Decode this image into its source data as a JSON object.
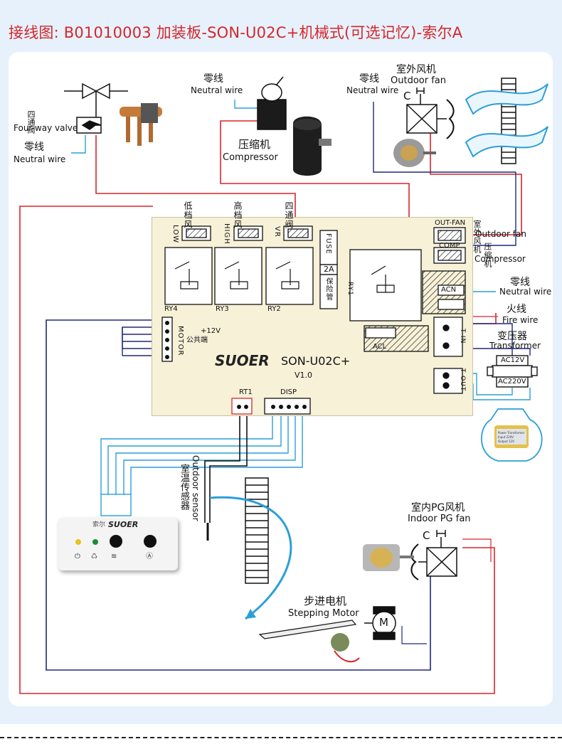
{
  "title": "接线图: B01010003 加装板-SON-U02C+机械式(可选记忆)-索尔A",
  "colors": {
    "wire_red": "#d9262b",
    "wire_blue": "#2b9fd8",
    "wire_navy": "#1e2a78",
    "wire_black": "#111111",
    "title_red": "#d4262c",
    "board_bg": "#f7f1d8"
  },
  "components": {
    "four_way_valve": {
      "zh": "四通阀",
      "en": "Four-way valve",
      "neutral_zh": "零线",
      "neutral_en": "Neutral wire"
    },
    "compressor": {
      "zh": "压缩机",
      "en": "Compressor",
      "neutral_zh": "零线",
      "neutral_en": "Neutral wire"
    },
    "outdoor_fan": {
      "zh": "室外风机",
      "en": "Outdoor fan",
      "neutral_zh": "零线",
      "neutral_en": "Neutral wire",
      "cap": "C"
    },
    "indoor_fan": {
      "zh": "室内PG风机",
      "en": "Indoor PG fan",
      "cap": "C"
    },
    "stepping_motor": {
      "zh": "步进电机",
      "en": "Stepping Motor",
      "symbol": "M"
    },
    "sensor": {
      "zh": "室温传感器",
      "en": "Outdoor sensor"
    },
    "transformer": {
      "zh": "变压器",
      "en": "Transformer",
      "ac_low": "AC12V",
      "ac_high": "AC220V"
    }
  },
  "top_labels": {
    "low": "低档风",
    "high": "高档风",
    "vr": "四通阀"
  },
  "board": {
    "model": "SON-U02C+",
    "version": "V1.0",
    "logo": "SUOER",
    "conn_low": "LOW",
    "conn_high": "HIGH",
    "conn_vr": "VR",
    "relays": [
      "RY4",
      "RY3",
      "RY2",
      "RY1"
    ],
    "fuse": "FUSE",
    "fuse_rating": "2A",
    "fuse_note": "保险管",
    "out_fan": "OUT-FAN",
    "comp": "COMP",
    "acn": "ACN",
    "acl": "ACL",
    "t_in": "T-IN",
    "t_out": "T-OUT",
    "motor": "MOTOR",
    "motor_v": "+12V",
    "motor_common": "公共端",
    "rt1": "RT1",
    "disp": "DISP"
  },
  "right_labels": {
    "out_fan_zh": "室外风机",
    "out_fan_en": "Outdoor fan",
    "comp_zh": "压缩机",
    "comp_en": "Compressor",
    "neutral_zh": "零线",
    "neutral_en": "Neutral wire",
    "fire_zh": "火线",
    "fire_en": "Fire wire"
  },
  "remote": {
    "brand_zh": "索尔",
    "brand": "SUOER"
  },
  "transformer_photo_text": [
    "Power Transformer",
    "Input 220V",
    "Output 12V"
  ]
}
